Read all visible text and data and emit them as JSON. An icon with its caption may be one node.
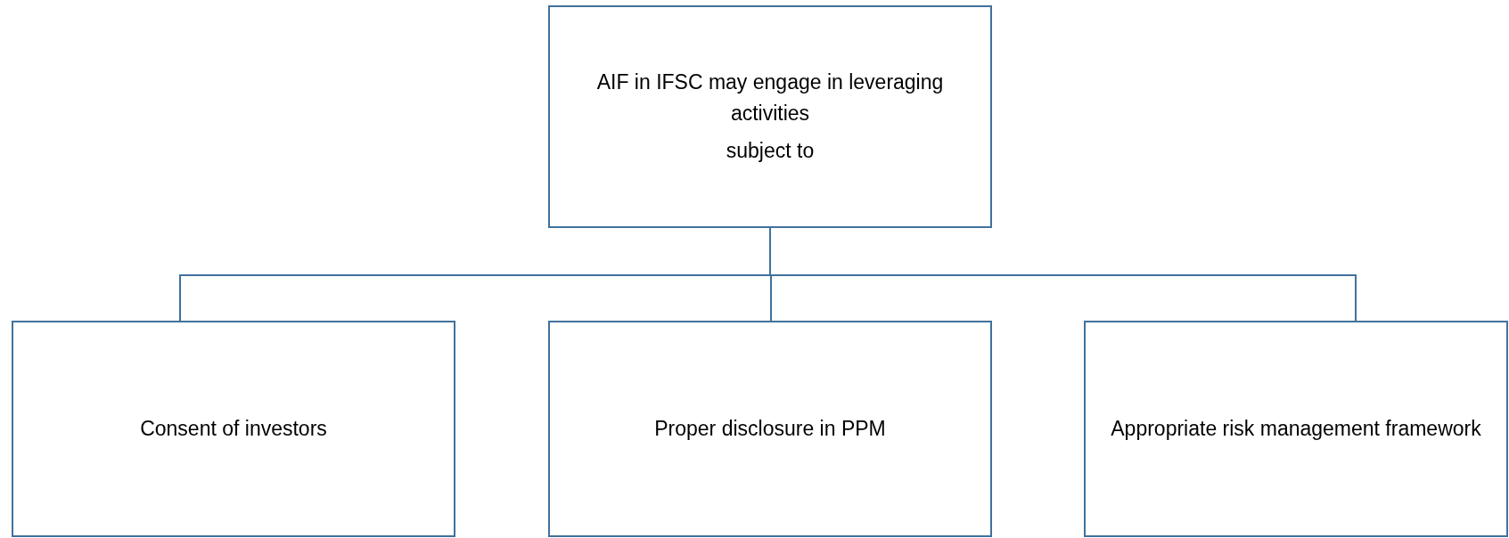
{
  "diagram": {
    "nodes": [
      {
        "text": [
          "AIF in IFSC may engage in leveraging activities",
          "subject to"
        ]
      },
      {
        "text": [
          "Consent of investors"
        ]
      },
      {
        "text": [
          "Proper disclosure in PPM"
        ]
      },
      {
        "text": [
          "Appropriate risk management framework"
        ]
      }
    ],
    "edges": [
      {
        "from": 0,
        "to": 1,
        "arrow": "none"
      },
      {
        "from": 0,
        "to": 2,
        "arrow": "none"
      },
      {
        "from": 0,
        "to": 3,
        "arrow": "none"
      }
    ]
  }
}
